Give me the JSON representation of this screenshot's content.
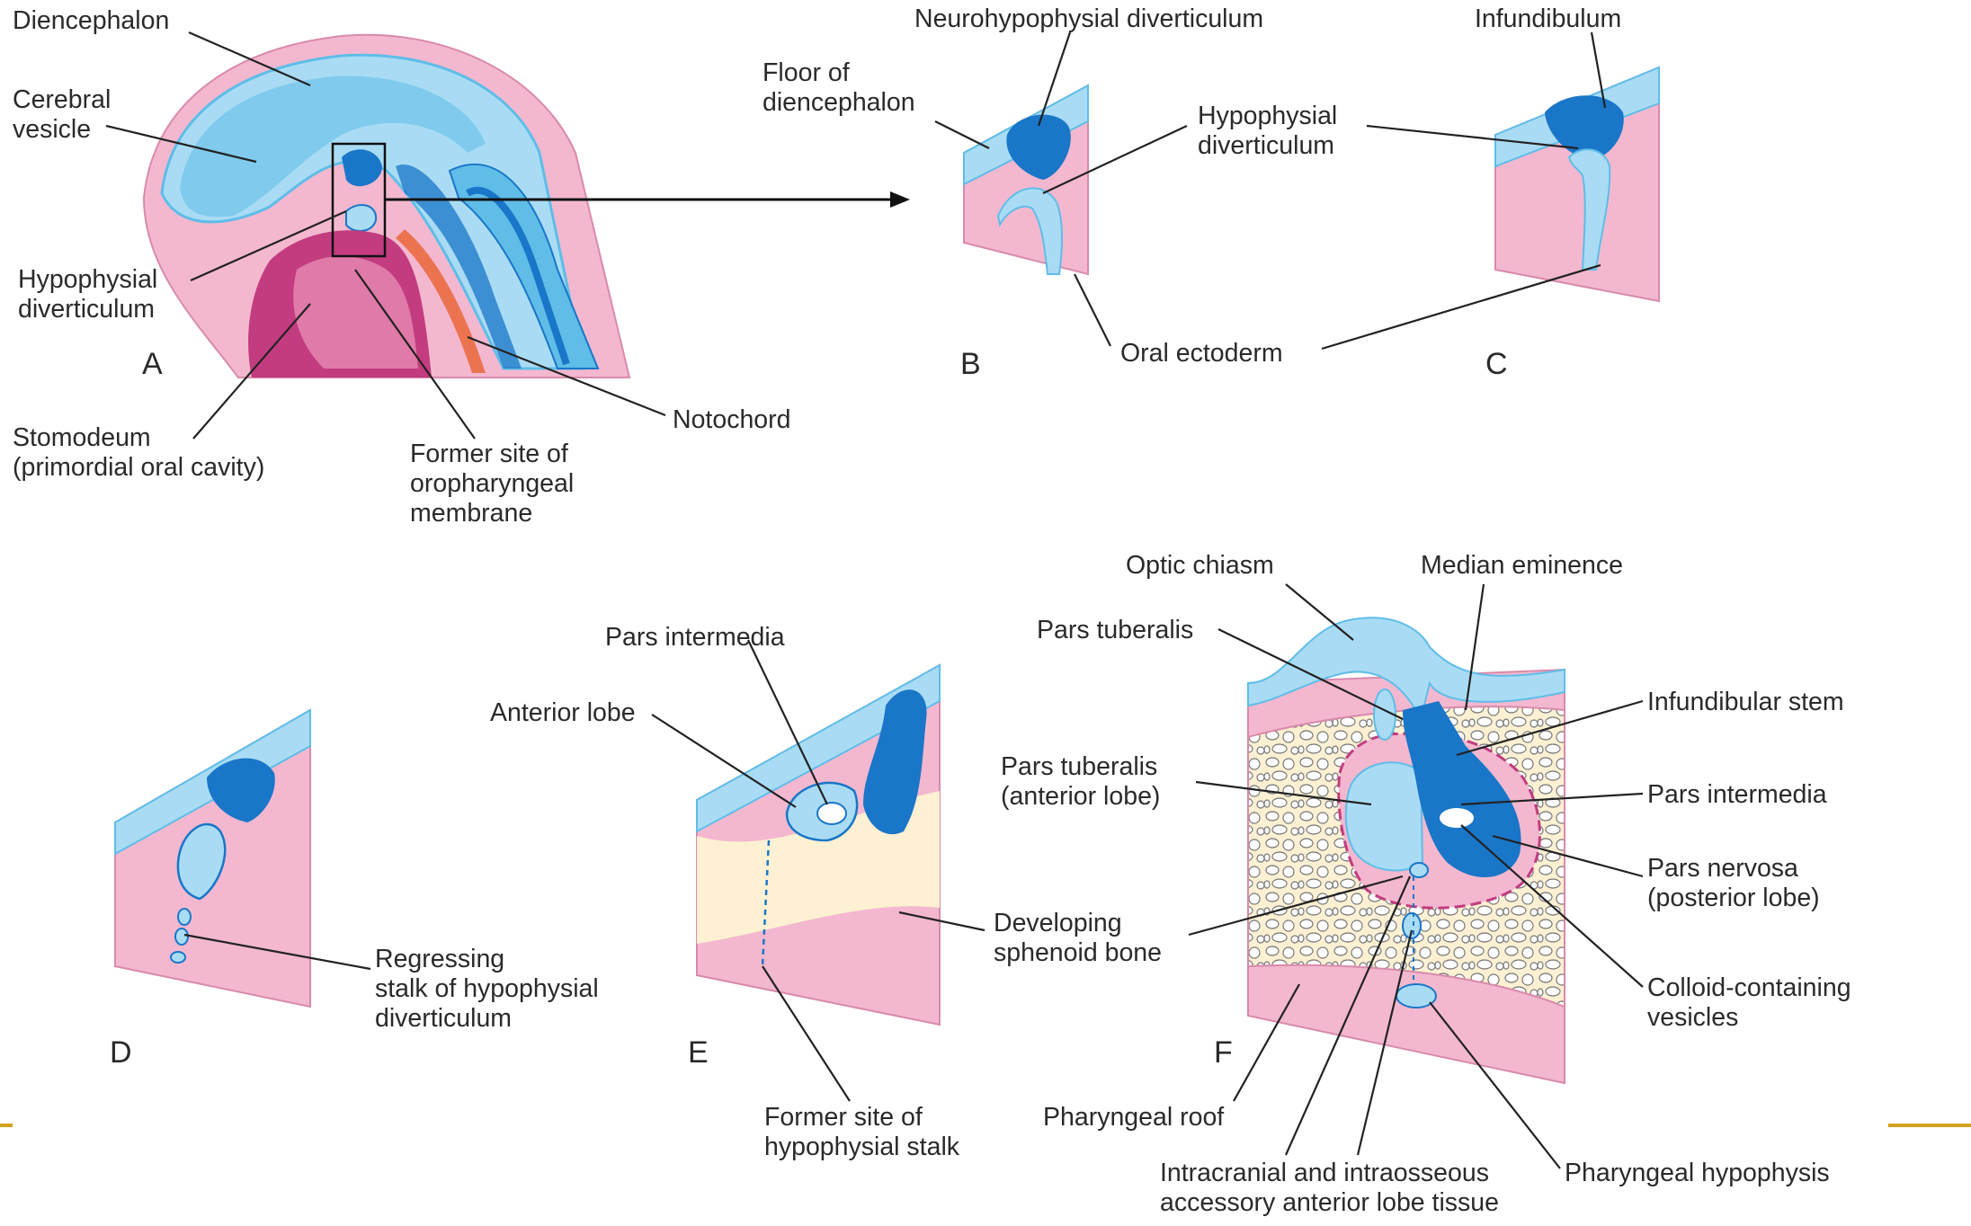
{
  "colors": {
    "pink": "#f3b8cf",
    "pink_outline": "#d98aab",
    "light_blue": "#a9dcf4",
    "mid_blue": "#5fbde8",
    "dark_blue": "#1976c8",
    "magenta": "#c23c7f",
    "bone": "#fdf0d3",
    "accent_rule": "#d4a017"
  },
  "panels": {
    "A": "A",
    "B": "B",
    "C": "C",
    "D": "D",
    "E": "E",
    "F": "F"
  },
  "labels": {
    "diencephalon": "Diencephalon",
    "cerebral_vesicle": [
      "Cerebral",
      "vesicle"
    ],
    "hypophysial_diverticulum_a": [
      "Hypophysial",
      "diverticulum"
    ],
    "stomodeum": [
      "Stomodeum",
      "(primordial oral cavity)"
    ],
    "former_site_oropharyngeal": [
      "Former site of",
      "oropharyngeal",
      "membrane"
    ],
    "notochord": "Notochord",
    "neurohypophysial_diverticulum": "Neurohypophysial diverticulum",
    "floor_of_diencephalon": [
      "Floor of",
      "diencephalon"
    ],
    "hypophysial_diverticulum_bc": [
      "Hypophysial",
      "diverticulum"
    ],
    "infundibulum": "Infundibulum",
    "oral_ectoderm": "Oral ectoderm",
    "regressing_stalk": [
      "Regressing",
      "stalk of hypophysial",
      "diverticulum"
    ],
    "pars_intermedia_e": "Pars intermedia",
    "anterior_lobe": "Anterior lobe",
    "developing_sphenoid": [
      "Developing",
      "sphenoid bone"
    ],
    "former_site_hypophysial_stalk": [
      "Former site of",
      "hypophysial stalk"
    ],
    "optic_chiasm": "Optic chiasm",
    "median_eminence": "Median eminence",
    "pars_tuberalis": "Pars tuberalis",
    "pars_tuberalis_anterior": [
      "Pars tuberalis",
      "(anterior lobe)"
    ],
    "infundibular_stem": "Infundibular stem",
    "pars_intermedia_f": "Pars intermedia",
    "pars_nervosa": [
      "Pars nervosa",
      "(posterior lobe)"
    ],
    "colloid_vesicles": [
      "Colloid-containing",
      "vesicles"
    ],
    "pharyngeal_roof": "Pharyngeal roof",
    "intracranial_tissue": [
      "Intracranial and intraosseous",
      "accessory anterior lobe tissue"
    ],
    "pharyngeal_hypophysis": "Pharyngeal hypophysis"
  }
}
